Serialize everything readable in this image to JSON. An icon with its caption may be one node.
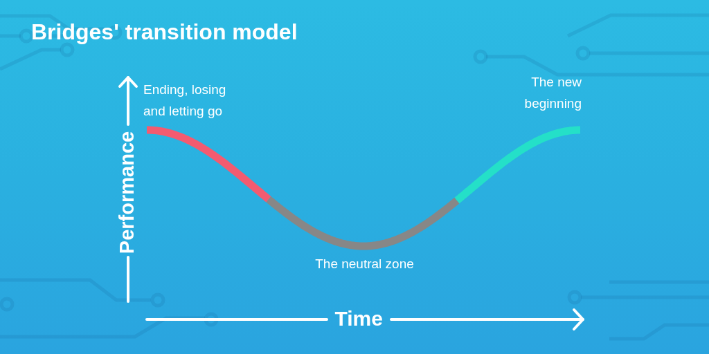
{
  "diagram": {
    "title": "Bridges' transition model",
    "labels": [
      "Ending, losing and letting go",
      "The new beginning",
      "Performance",
      "The neutral zone",
      "Time"
    ]
  }
}
